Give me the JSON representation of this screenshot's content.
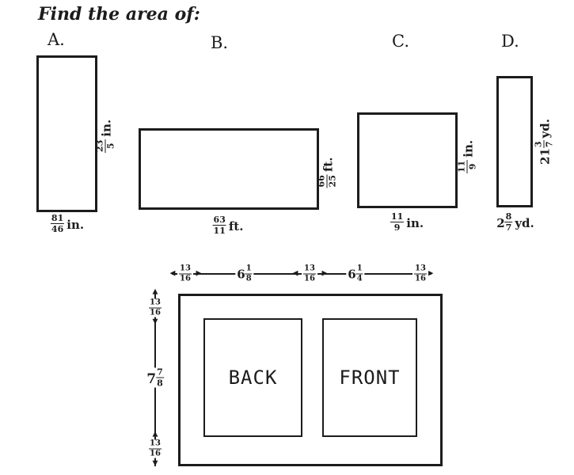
{
  "title": "Find the area of:",
  "colors": {
    "ink": "#1c1c1c",
    "paper": "#ffffff"
  },
  "figures": [
    {
      "label": "A.",
      "bottom": {
        "num": "81",
        "den": "46",
        "unit": "in."
      },
      "side": {
        "num": "23",
        "den": "5",
        "unit": "in."
      }
    },
    {
      "label": "B.",
      "bottom": {
        "num": "63",
        "den": "11",
        "unit": "ft."
      },
      "side": {
        "num": "66",
        "den": "25",
        "unit": "ft."
      }
    },
    {
      "label": "C.",
      "bottom": {
        "num": "11",
        "den": "9",
        "unit": "in."
      },
      "side": {
        "num": "11",
        "den": "9",
        "unit": "in."
      }
    },
    {
      "label": "D.",
      "bottom": {
        "whole": "2",
        "num": "8",
        "den": "7",
        "unit": "yd."
      },
      "side": {
        "whole": "21",
        "num": "3",
        "den": "7",
        "unit": "yd."
      }
    }
  ],
  "diagram": {
    "back_label": "BACK",
    "front_label": "FRONT",
    "top_dims": {
      "left_margin": {
        "num": "13",
        "den": "16"
      },
      "back_width": {
        "whole": "6",
        "num": "1",
        "den": "8"
      },
      "center_gap": {
        "num": "13",
        "den": "16"
      },
      "front_width": {
        "whole": "6",
        "num": "1",
        "den": "4"
      },
      "right_margin": {
        "num": "13",
        "den": "16"
      }
    },
    "left_dims": {
      "top_margin": {
        "num": "13",
        "den": "16"
      },
      "height": {
        "whole": "7",
        "num": "7",
        "den": "8"
      },
      "bottom_margin": {
        "num": "13",
        "den": "16"
      }
    }
  }
}
